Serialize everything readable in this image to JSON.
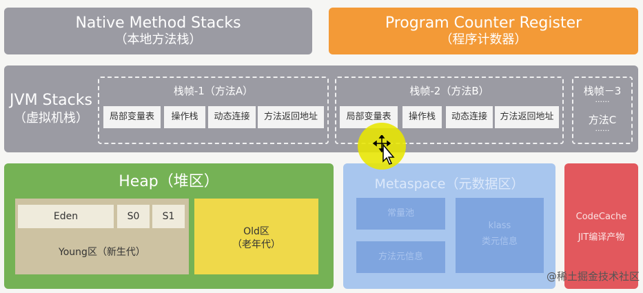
{
  "native": {
    "title": "Native Method Stacks",
    "subtitle": "（本地方法栈）"
  },
  "pcr": {
    "title": "Program Counter Register",
    "subtitle": "（程序计数器）"
  },
  "jvm": {
    "title": "JVM Stacks",
    "subtitle": "（虚拟机栈）",
    "frame1": {
      "title": "栈帧-1（方法A）",
      "cells": [
        "局部变量表",
        "操作栈",
        "动态连接",
        "方法返回地址"
      ]
    },
    "frame2": {
      "title": "栈帧-2（方法B）",
      "cells": [
        "局部变量表",
        "操作栈",
        "动态连接",
        "方法返回地址"
      ]
    },
    "frame3": {
      "title": "栈帧－3",
      "dots1": "......",
      "method": "方法C",
      "dots2": "......"
    }
  },
  "heap": {
    "title": "Heap（堆区）",
    "eden": "Eden",
    "s0": "S0",
    "s1": "S1",
    "young": "Young区（新生代）",
    "old_line1": "Old区",
    "old_line2": "（老年代）"
  },
  "metaspace": {
    "title": "Metaspace（元数据区）",
    "constant_pool": "常量池",
    "method_meta": "方法元信息",
    "klass_line1": "klass",
    "klass_line2": "类元信息"
  },
  "codecache": {
    "line1": "CodeCache",
    "line2": "JIT编译产物"
  },
  "watermark": "@稀土掘金技术社区",
  "colors": {
    "gray_block": "#9b9ba3",
    "orange_block": "#f39a37",
    "heap_green": "#75b255",
    "young_beige": "#cdc2a2",
    "old_yellow": "#efd94a",
    "metaspace_blue": "#a8c6ee",
    "codecache_red": "#e2585d",
    "cursor_highlight": "#e8e600"
  }
}
